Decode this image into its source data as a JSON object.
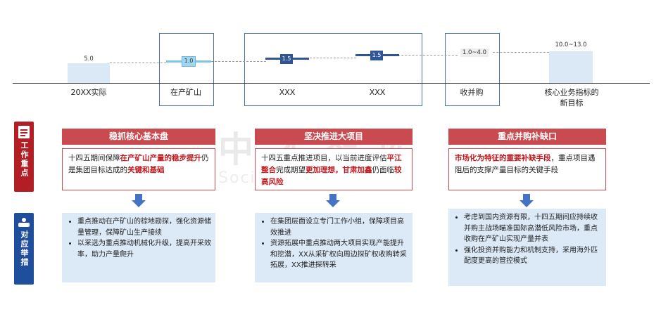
{
  "waterfall": {
    "categories": [
      {
        "label": "20XX实际",
        "value": "5.0"
      },
      {
        "label": "在产矿山",
        "value": "1.0"
      },
      {
        "label": "XXX",
        "value": "1.5"
      },
      {
        "label": "XXX",
        "value": "1.5"
      },
      {
        "label": "收并购",
        "value": "1.0~4.0"
      },
      {
        "label": "核心业务指标的新目标",
        "value": "10.0~13.0"
      }
    ]
  },
  "watermark": {
    "cn": "中 才 智 库",
    "en": "Social Think Tank"
  },
  "side": {
    "work_focus": "工作重点",
    "measures": "对应举措",
    "doc_icon": "document-icon",
    "hand_icon": "hand-icon"
  },
  "columns": [
    {
      "header": "稳抓核心基本盘",
      "priority": [
        {
          "t": "十四五期间保障",
          "h": false
        },
        {
          "t": "在产矿山产量的稳步提升",
          "h": true
        },
        {
          "t": "仍是集团目标达成的",
          "h": false
        },
        {
          "t": "关键和基础",
          "h": true
        }
      ],
      "measures": [
        "重点推动在产矿山的棕地勘探，强化资源储量管理，保障矿山生产接续",
        "以采选为重点推动机械化升级，提高开采效率，助力产量爬升"
      ]
    },
    {
      "header": "坚决推进大项目",
      "priority": [
        {
          "t": "十四五重点推进项目，以当前进度评估",
          "h": false
        },
        {
          "t": "平江整合",
          "h": true
        },
        {
          "t": "完成期望",
          "h": false
        },
        {
          "t": "更加理想，甘肃加鑫",
          "h": true
        },
        {
          "t": "仍面临",
          "h": false
        },
        {
          "t": "较高风险",
          "h": true
        }
      ],
      "measures": [
        "在集团层面设立专门工作小组，保障项目高效推进",
        "资源拓展中重点推动两大项目实现产能提升和挖潜，XX从采矿权向周边探矿权收购转采拓展，XX推进探转采"
      ]
    },
    {
      "header": "重点并购补缺口",
      "priority": [
        {
          "t": "市场化为特征的重要补缺手段",
          "h": true
        },
        {
          "t": "，重点项目遇阻后的支撑产量目标的关键手段",
          "h": false
        }
      ],
      "measures": [
        "考虑到国内资源有限，十四五期间应持续收并购主战场瞄准国际高潜低风险市场，重点收购在产矿山实现产量并表",
        "强化投资并购能力和机制支持，采用海外匹配度更高的管控模式"
      ]
    }
  ]
}
